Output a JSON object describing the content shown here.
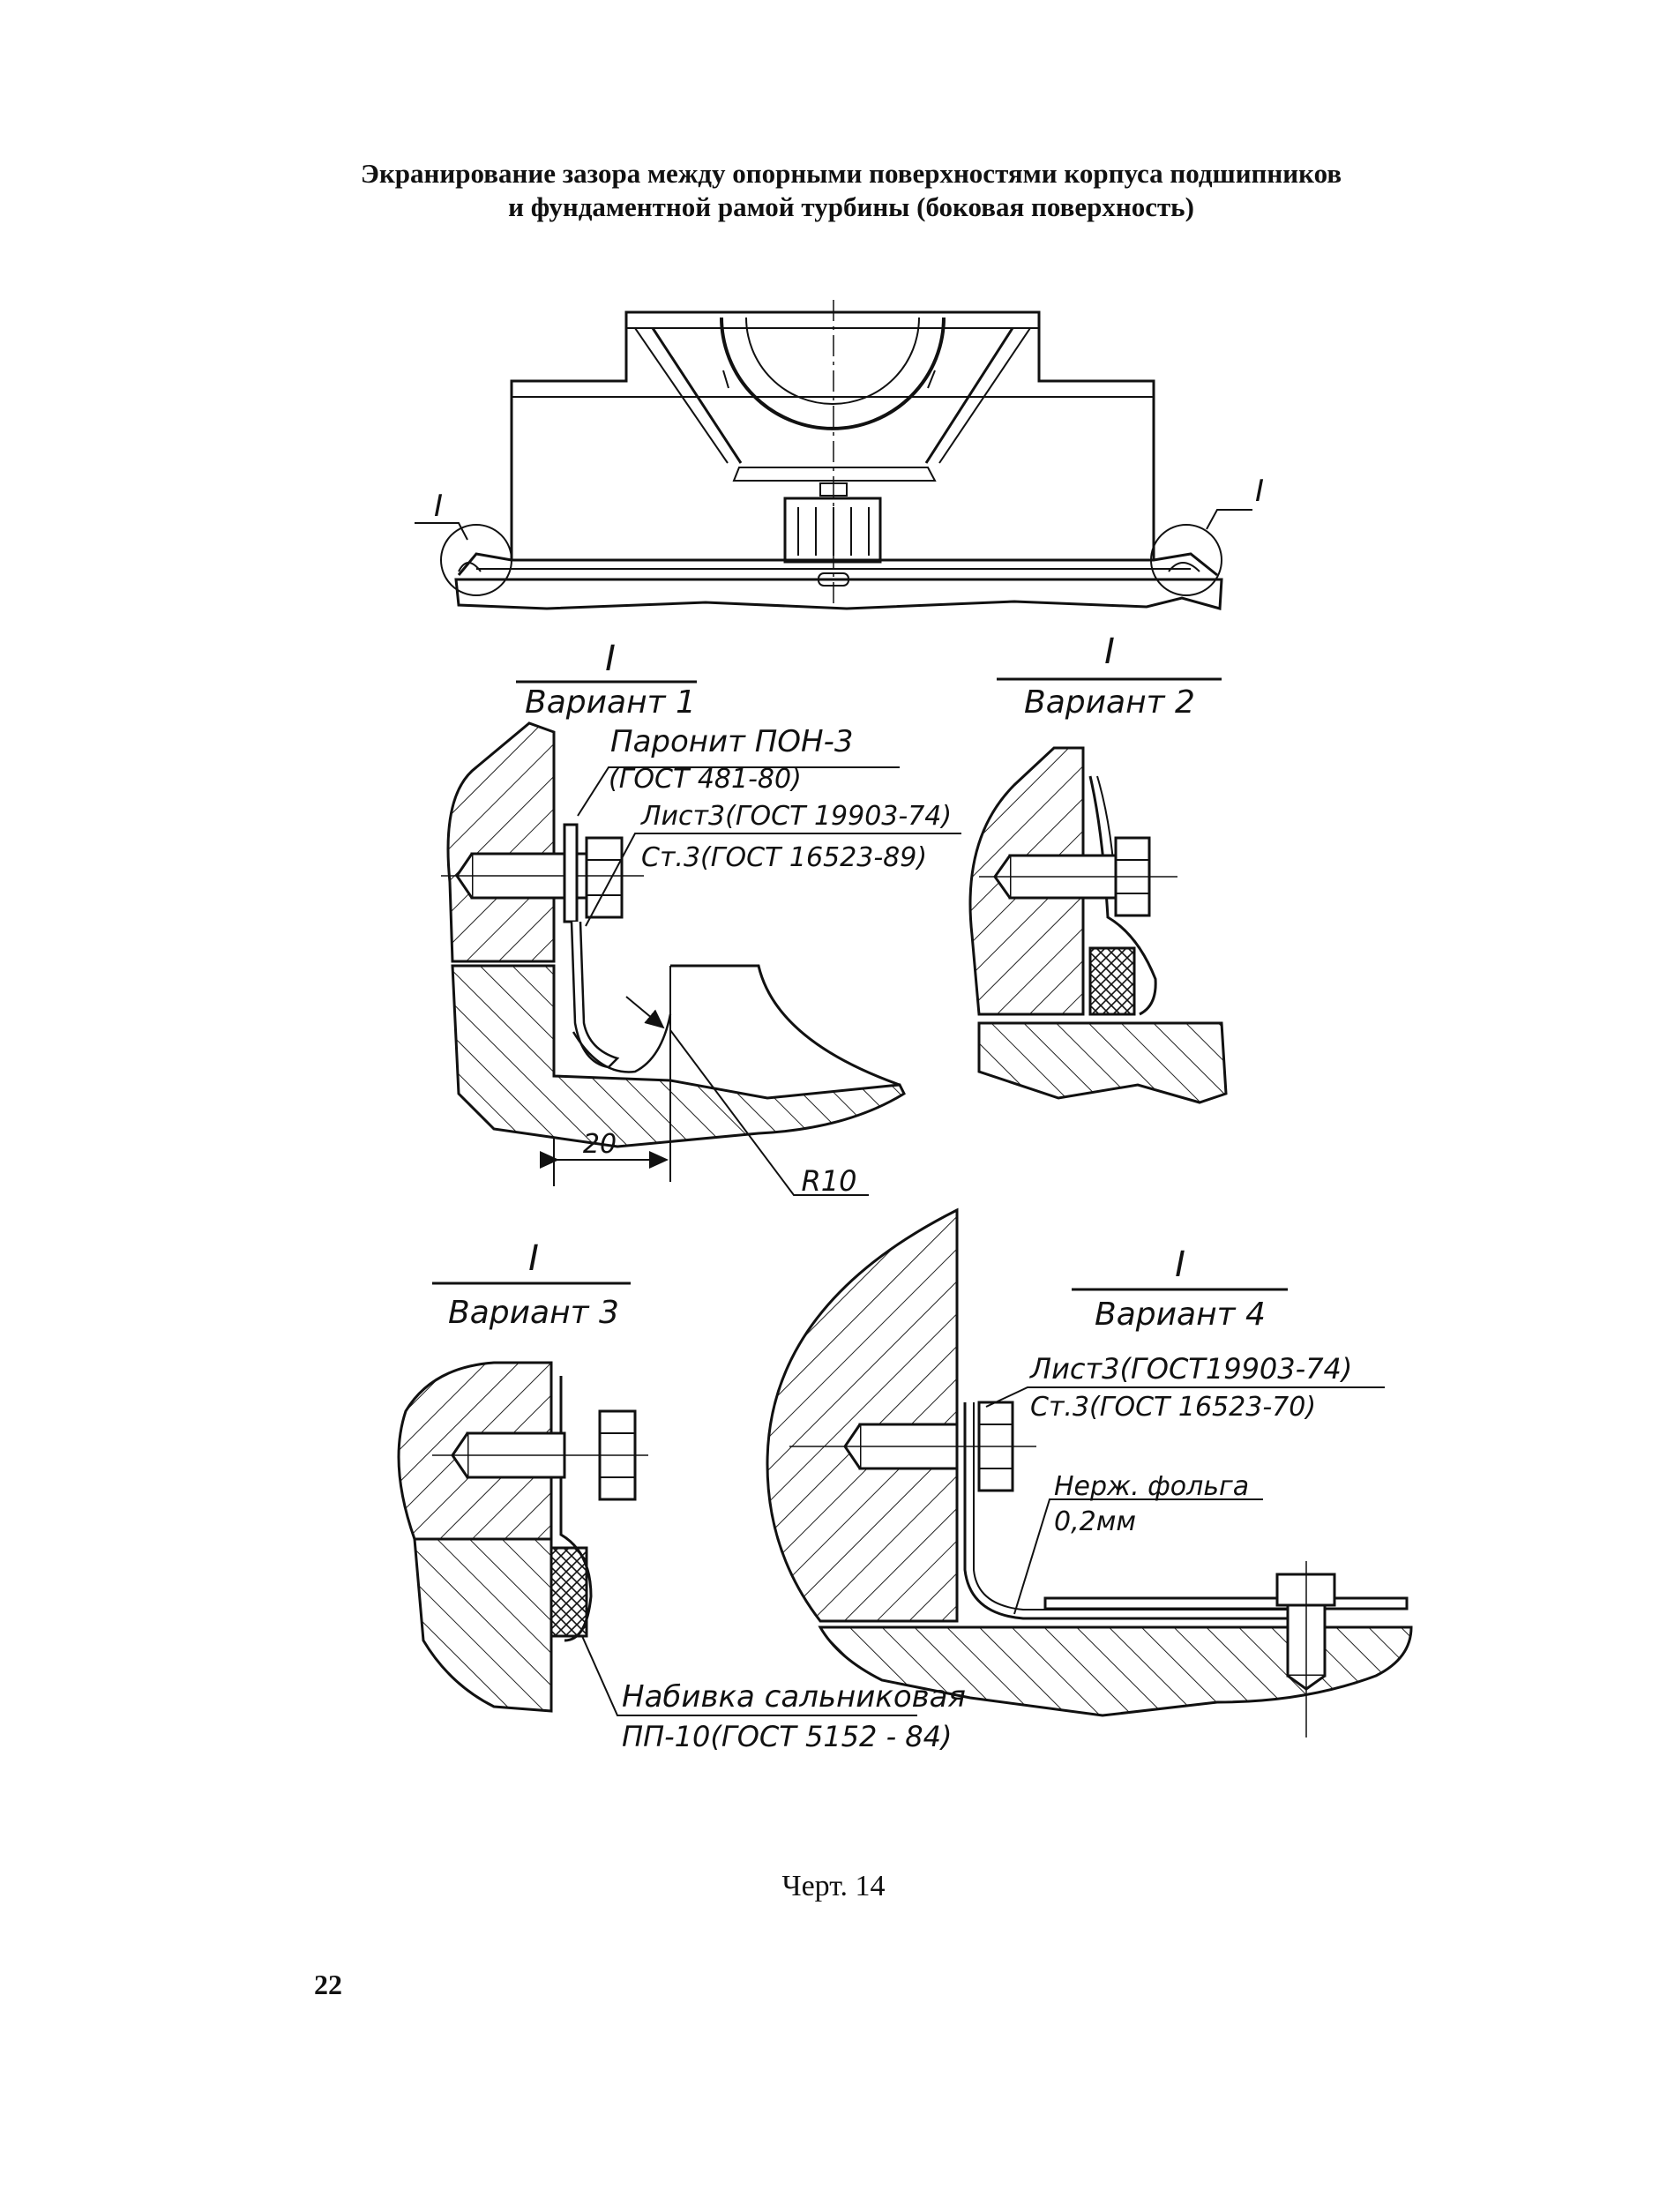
{
  "title": {
    "line1": "Экранирование зазора между опорными поверхностями корпуса подшипников",
    "line2": "и фундаментной рамой турбины (боковая поверхность)"
  },
  "overview": {
    "callout_left": "I",
    "callout_right": "I"
  },
  "variant1": {
    "section": "I",
    "name": "Вариант 1",
    "label_paronit_1": "Паронит ПОН-3",
    "label_paronit_2": "(ГОСТ 481-80)",
    "label_sheet_1": "Лист3(ГОСТ 19903-74)",
    "label_sheet_2": "Ст.3(ГОСТ 16523-89)",
    "dim_width": "20",
    "dim_radius": "R10"
  },
  "variant2": {
    "section": "I",
    "name": "Вариант 2"
  },
  "variant3": {
    "section": "I",
    "name": "Вариант 3",
    "label_packing_1": "Набивка сальниковая",
    "label_packing_2": "ПП-10(ГОСТ 5152 - 84)"
  },
  "variant4": {
    "section": "I",
    "name": "Вариант 4",
    "label_sheet_1": "Лист3(ГОСТ19903-74)",
    "label_sheet_2": "Ст.3(ГОСТ 16523-70)",
    "label_foil_1": "Нерж. фольга",
    "label_foil_2": "0,2мм"
  },
  "caption": "Черт. 14",
  "page_number": "22"
}
